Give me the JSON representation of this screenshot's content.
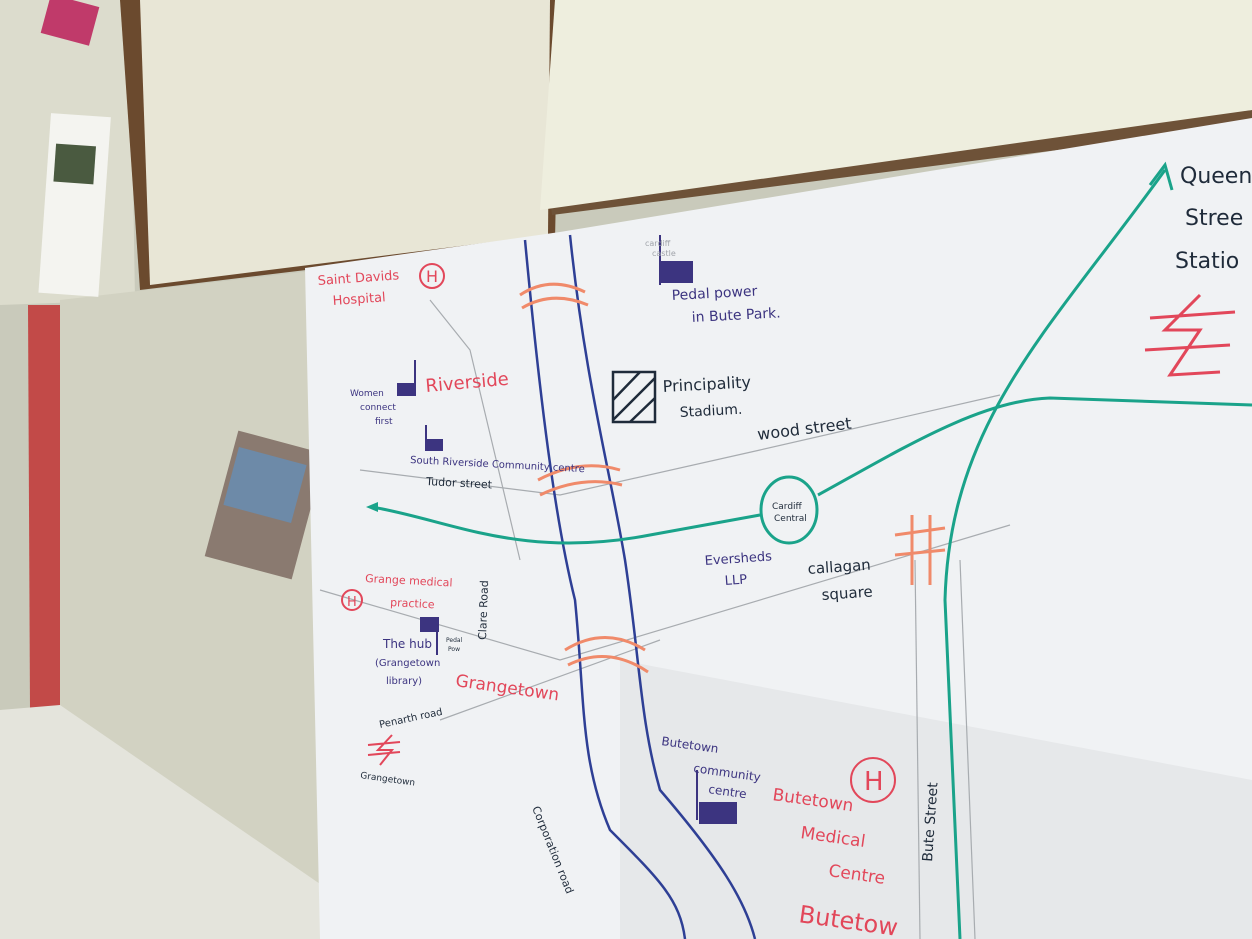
{
  "colors": {
    "red": "#e2475a",
    "purple": "#3c3480",
    "dark": "#1f2b3a",
    "teal": "#1aa38a",
    "orange": "#f08a6a",
    "river": "#2e3f95"
  },
  "map": {
    "hospitals": [
      {
        "name": "Saint Davids",
        "line2": "Hospital",
        "symbol": "H"
      },
      {
        "name": "Grange medical",
        "line2": "practice",
        "symbol": "H"
      },
      {
        "name": "Butetown",
        "line2": "Medical",
        "line3": "Centre",
        "symbol": "H"
      }
    ],
    "areas": {
      "riverside": "Riverside",
      "grangetown": "Grangetown",
      "butetown_partial": "Butetow"
    },
    "places": {
      "women_connect": [
        "Women",
        "connect",
        "first"
      ],
      "south_riverside": "South Riverside Community centre",
      "pedal_power": [
        "Pedal power",
        "in Bute Park."
      ],
      "cardiff_castle": [
        "cardiff",
        "castle"
      ],
      "stadium": [
        "Principality",
        "Stadium."
      ],
      "hub": [
        "The hub",
        "(Grangetown",
        "library)"
      ],
      "hub_note": [
        "Pedal",
        "Pow"
      ],
      "eversheds": [
        "Eversheds",
        "LLP"
      ],
      "butetown_cc": [
        "Butetown",
        "community",
        "centre"
      ]
    },
    "streets": {
      "tudor": "Tudor street",
      "wood": "wood street",
      "clare": "Clare Road",
      "penarth": "Penarth road",
      "corporation": "Corporation road",
      "bute": "Bute Street",
      "callagan": [
        "callagan",
        "square"
      ]
    },
    "stations": {
      "cardiff_central": [
        "Cardiff",
        "Central"
      ],
      "queen_street": [
        "Queen",
        "Stree",
        "Statio"
      ],
      "grangetown": "Grangetown"
    }
  }
}
